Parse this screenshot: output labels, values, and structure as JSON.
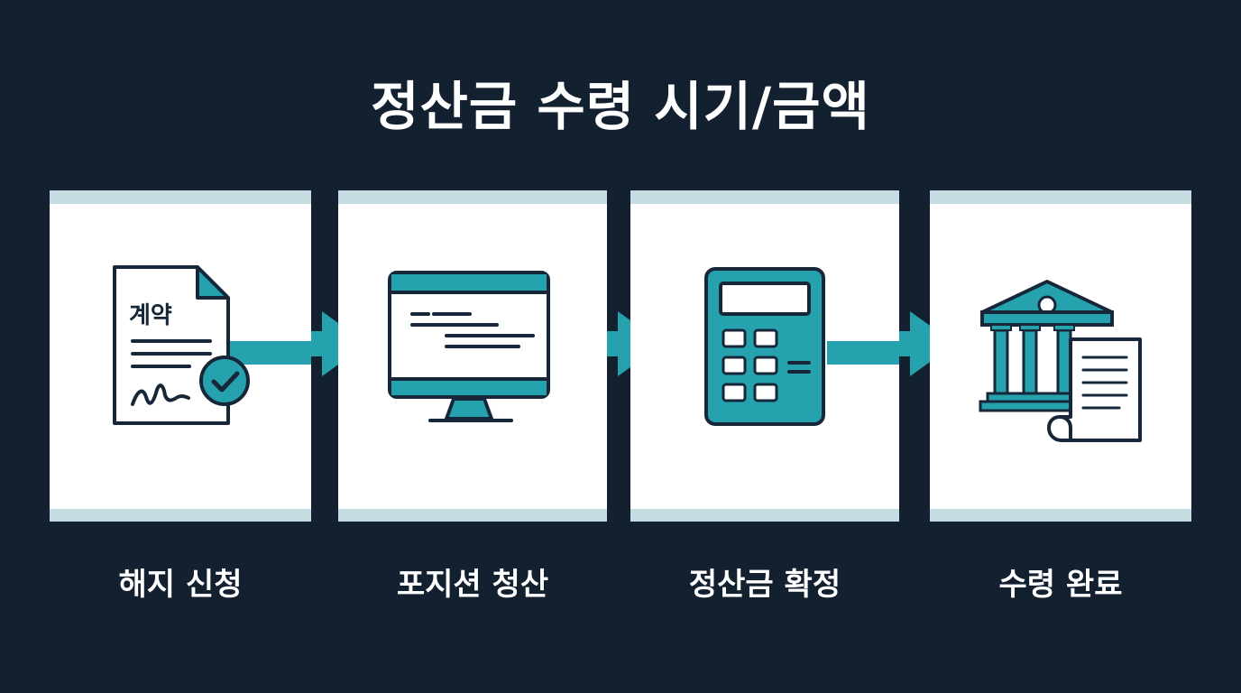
{
  "title": "정산금 수령 시기/금액",
  "colors": {
    "background": "#132030",
    "panel": "#ffffff",
    "panel_band": "#c4dce2",
    "accent": "#25a2ae",
    "outline": "#16273a"
  },
  "steps": [
    {
      "label": "해지 신청",
      "icon": "contract-document-icon",
      "icon_text": "계약"
    },
    {
      "label": "포지션 청산",
      "icon": "monitor-icon"
    },
    {
      "label": "정산금 확정",
      "icon": "calculator-icon"
    },
    {
      "label": "수령 완료",
      "icon": "bank-icon"
    }
  ]
}
